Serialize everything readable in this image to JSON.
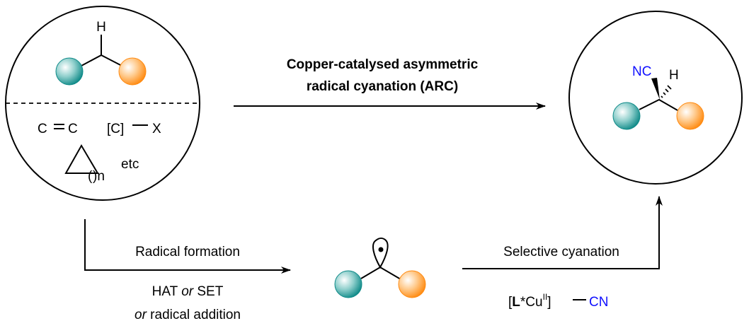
{
  "top_arrow": {
    "line1": "Copper-catalysed asymmetric",
    "line2": "radical cyanation (ARC)"
  },
  "substrate": {
    "h_label": "H",
    "alkene": "C",
    "alkene2": "C",
    "halide_c": "[C]",
    "halide_x": "X",
    "ring_n": ")n",
    "ring_paren": "(",
    "etc": "etc"
  },
  "product": {
    "nc_label": "NC",
    "h_label": "H"
  },
  "step1": {
    "label": "Radical formation",
    "cond1_a": "HAT ",
    "cond1_b": "or",
    "cond1_c": " SET",
    "cond2_a": "or",
    "cond2_b": " radical addition"
  },
  "step2": {
    "label": "Selective cyanation",
    "reagent_open": "[",
    "reagent_L": "L",
    "reagent_star_cu": "*Cu",
    "reagent_ox": "II",
    "reagent_close": "]",
    "reagent_cn": "CN"
  },
  "colors": {
    "teal": "#0f8a88",
    "orange": "#ff8a10",
    "cyan_blue": "#1010ff"
  }
}
